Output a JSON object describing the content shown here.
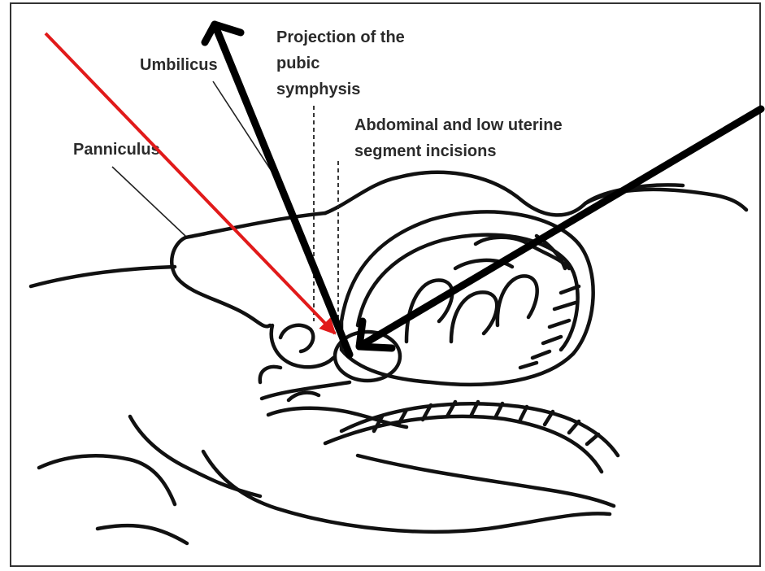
{
  "labels": {
    "umbilicus": "Umbilicus",
    "panniculus": "Panniculus",
    "projection_line1": "Projection of the",
    "projection_line2": "pubic",
    "projection_line3": "symphysis",
    "incisions_line1": "Abdominal and low uterine",
    "incisions_line2": "segment incisions"
  },
  "colors": {
    "red_arrow": "#e11a1a",
    "black_arrow": "#000000",
    "line_art": "#111111",
    "frame": "#333333"
  }
}
